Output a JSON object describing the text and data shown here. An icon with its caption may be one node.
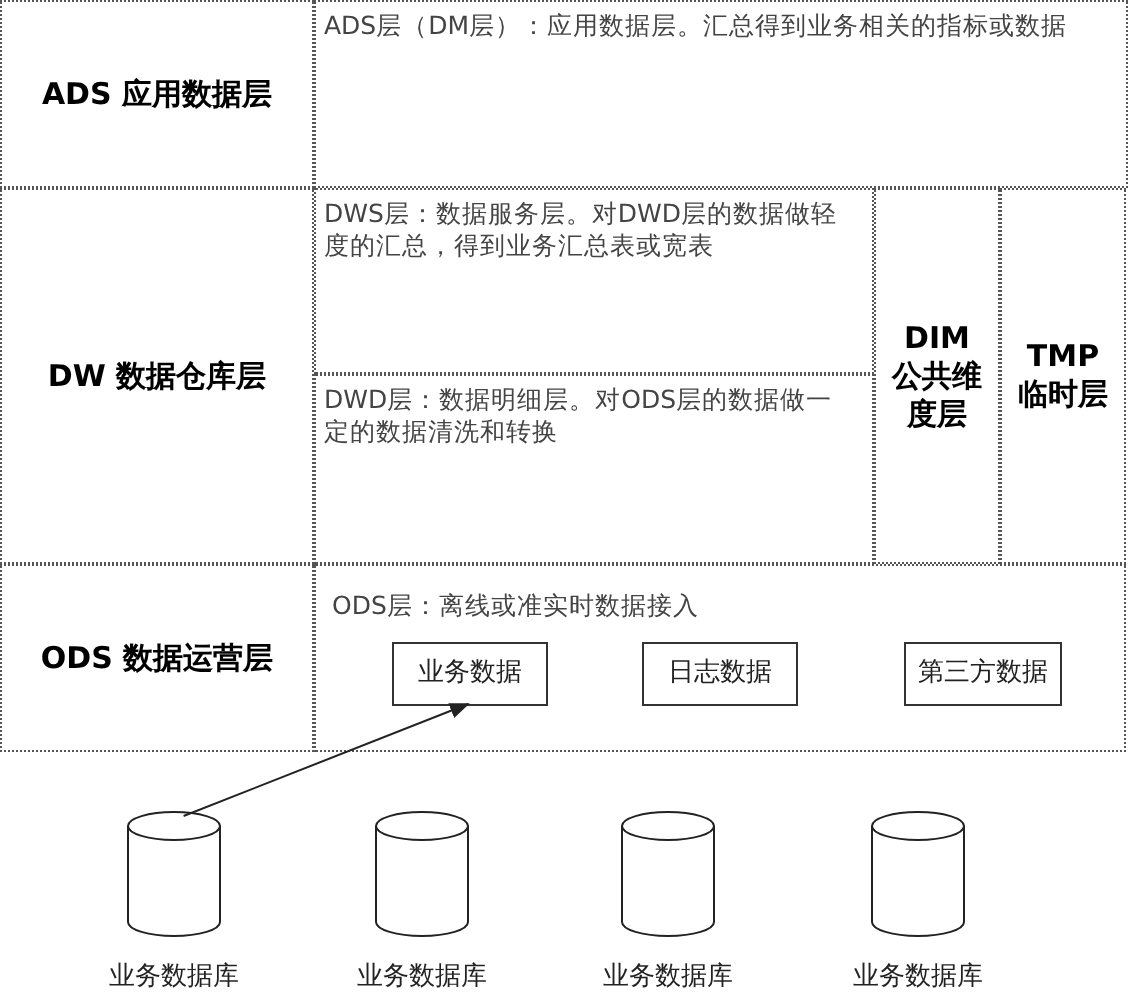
{
  "diagram": {
    "nodes": [
      {
        "text": [
          "ADS 应用数据层"
        ]
      },
      {
        "text": [
          "ADS层（DM层）：应用数据层。汇总得到业务相关的指标或数据"
        ]
      },
      {
        "text": [
          "DW 数据仓库层"
        ]
      },
      {
        "text": [
          "DWS层：数据服务层。对DWD层的数据做轻度的汇总，得到业务汇总表或宽表"
        ]
      },
      {
        "text": [
          "DWD层：数据明细层。对ODS层的数据做一定的数据清洗和转换"
        ]
      },
      {
        "text": [
          "DIM 公共维度层"
        ]
      },
      {
        "text": [
          "TMP 临时层"
        ]
      },
      {
        "text": [
          "ODS 数据运营层"
        ]
      },
      {
        "text": [
          "ODS层：离线或准实时数据接入"
        ]
      },
      {
        "text": [
          "业务数据"
        ],
        "in": 8
      },
      {
        "text": [
          "日志数据"
        ],
        "in": 8
      },
      {
        "text": [
          "第三方数据"
        ],
        "in": 8
      },
      {
        "text": [],
        "shape": "cylinder",
        "beside": [
          "业务数据库"
        ]
      },
      {
        "text": [],
        "shape": "cylinder",
        "beside": [
          "业务数据库"
        ]
      },
      {
        "text": [],
        "shape": "cylinder",
        "beside": [
          "业务数据库"
        ]
      },
      {
        "text": [],
        "shape": "cylinder",
        "beside": [
          "业务数据库"
        ]
      }
    ],
    "edges": [
      {
        "from": 12,
        "to": 9,
        "arrow": "to"
      }
    ]
  }
}
